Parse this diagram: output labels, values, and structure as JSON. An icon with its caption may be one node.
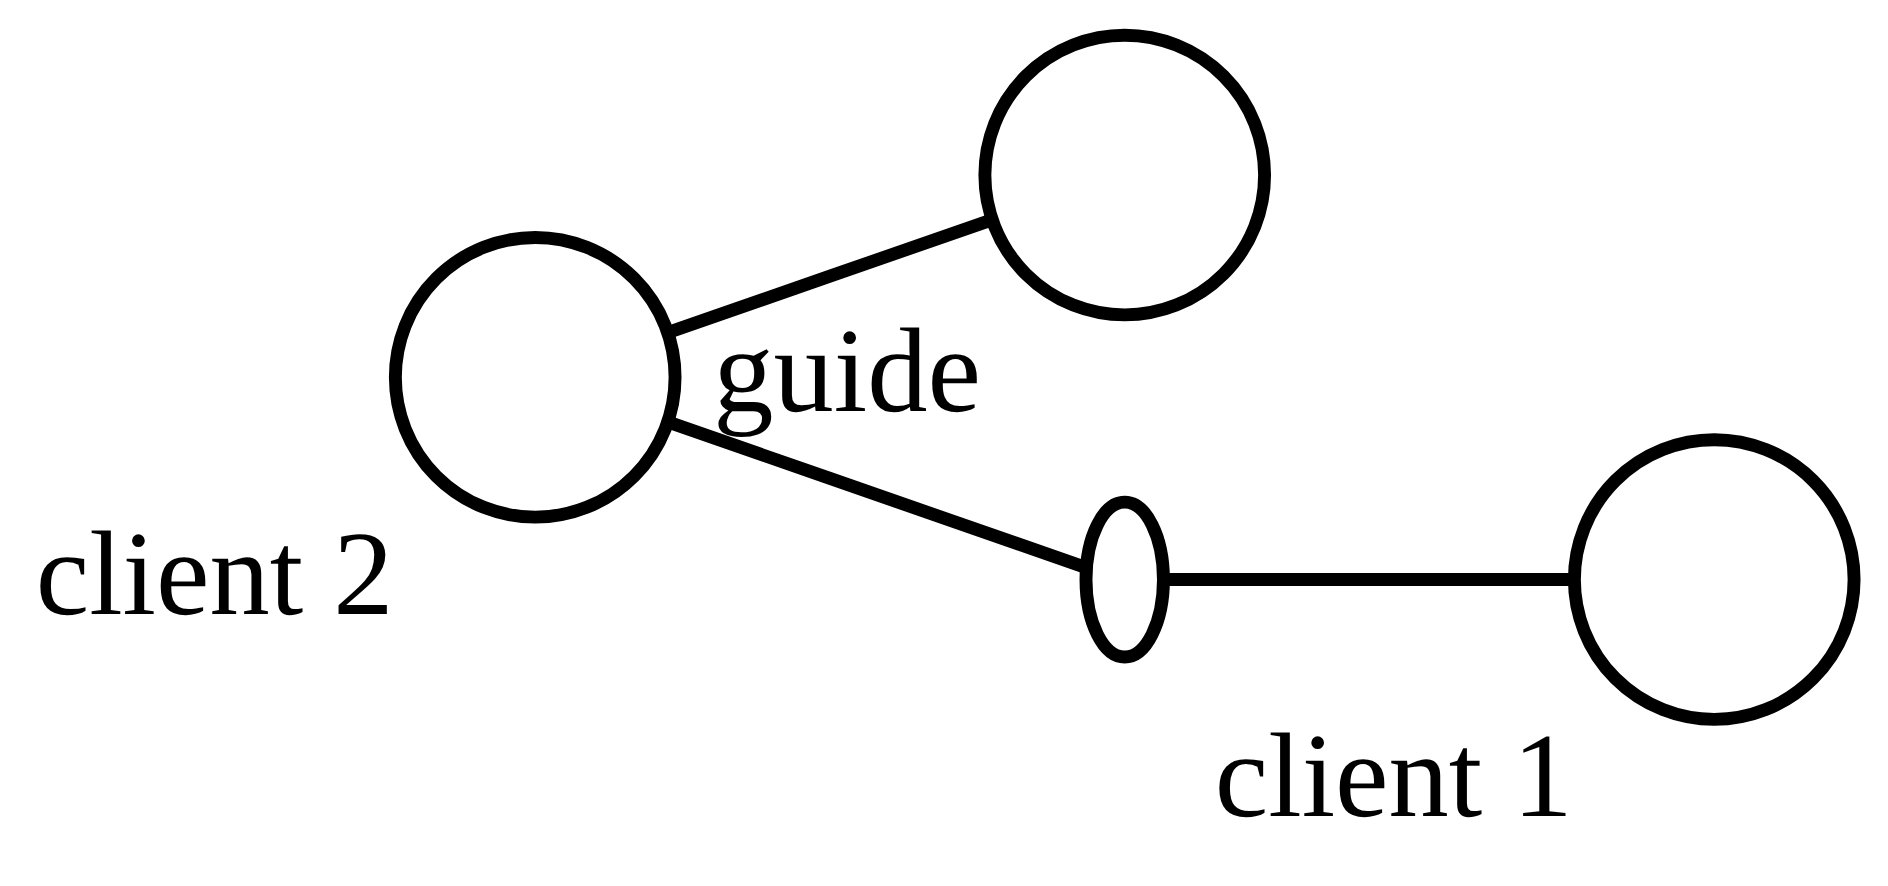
{
  "diagram": {
    "nodes": [
      {
        "text": [],
        "shape": "circle",
        "beside": [
          "guide"
        ]
      },
      {
        "text": [],
        "shape": "circle",
        "beside": [
          "client 2"
        ]
      },
      {
        "text": [],
        "shape": "ellipse"
      },
      {
        "text": [],
        "shape": "circle",
        "beside": [
          "client 1"
        ]
      }
    ],
    "edges": [
      {
        "from": 1,
        "to": 0,
        "arrow": "none"
      },
      {
        "from": 1,
        "to": 2,
        "arrow": "none"
      },
      {
        "from": 2,
        "to": 3,
        "arrow": "none"
      }
    ]
  }
}
